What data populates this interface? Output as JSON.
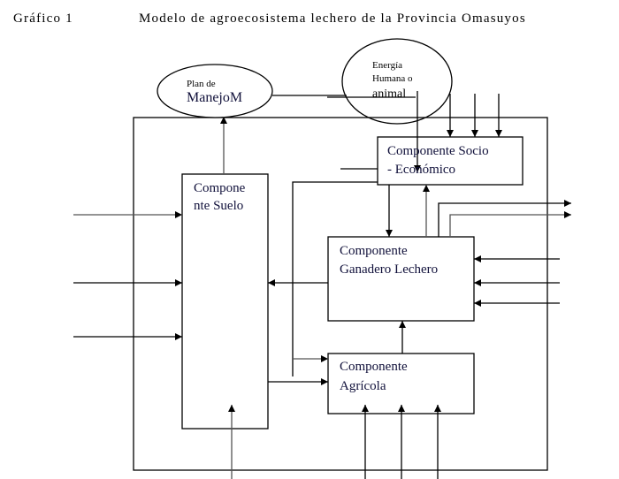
{
  "header": {
    "figure_label": "Gráfico 1",
    "title": "Modelo de agroecosistema lechero de la Provincia Omasuyos"
  },
  "external": {
    "plan_manejo": {
      "line1": "Plan de",
      "line2": "ManejoM"
    },
    "energia": {
      "line1": "Energía",
      "line2": "Humana o",
      "line3": "animal"
    }
  },
  "components": {
    "suelo": {
      "line1": "Compone",
      "line2": "nte Suelo"
    },
    "socio": {
      "line1": "Componente Socio",
      "line2": "- Económico"
    },
    "ganadero": {
      "line1": "Componente",
      "line2": "Ganadero Lechero"
    },
    "agricola": {
      "line1": "Componente",
      "line2": "Agrícola"
    }
  },
  "colors": {
    "line": "#000000",
    "text": "#10103a"
  }
}
